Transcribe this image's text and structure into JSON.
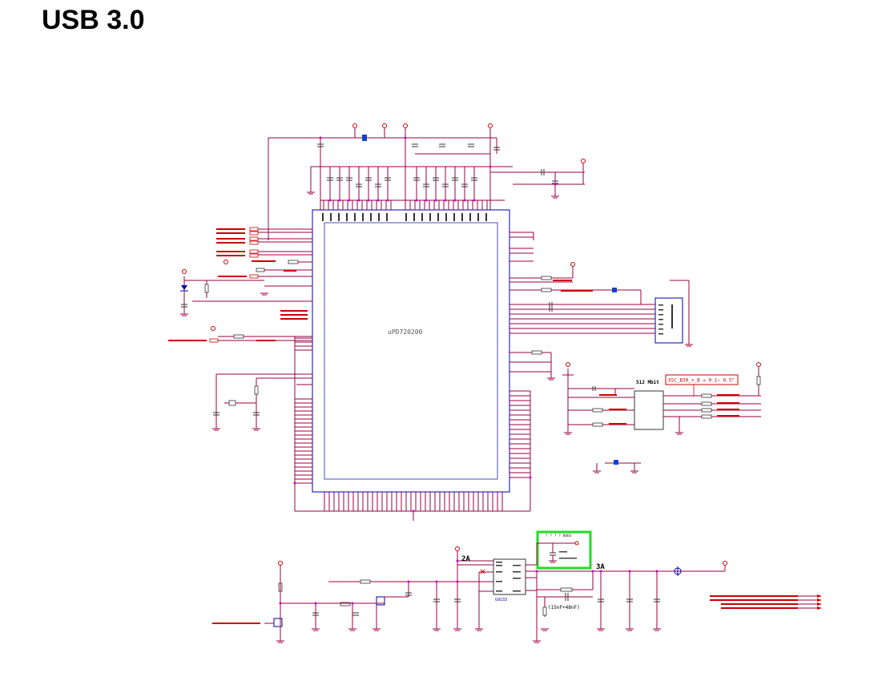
{
  "page": {
    "title": "USB 3.0"
  },
  "main_ic": {
    "part": "uPD720200"
  },
  "flash": {
    "size_label": "512 Mbit",
    "note": "XSC_B30_+_B = 0.1~ 0.5\""
  },
  "regulator": {
    "part": "G9133"
  },
  "power_labels": {
    "input_current": "2A",
    "output_current": "3A",
    "cap_note": "(15nF+48nF)"
  },
  "highlight": {
    "label": "? ? ? ? B0B3"
  },
  "colors": {
    "wire": "#9a0040",
    "ic_outline": "#0000aa",
    "highlight": "#22dd22",
    "power_symbol": "#cc0000",
    "junction": "#cc00cc"
  }
}
